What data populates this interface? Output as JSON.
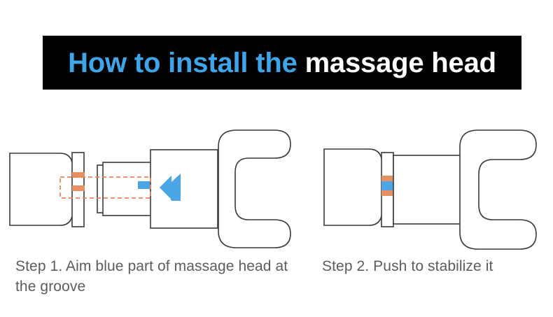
{
  "title": {
    "part_blue": "How to install the ",
    "part_white": "massage head",
    "banner_background": "#000000",
    "blue_color": "#3FA5E9",
    "white_color": "#FFFFFF"
  },
  "steps": [
    {
      "id": "step-1",
      "caption": "Step 1. Aim blue part of massage head at the groove",
      "highlight_box": "dashed-orange-rectangle",
      "arrow_icon": "left-arrow-icon",
      "arrow_direction": "left"
    },
    {
      "id": "step-2",
      "caption": "Step 2. Push to stabilize it",
      "highlight_box": "none",
      "arrow_icon": "none",
      "arrow_direction": "none"
    }
  ],
  "colors": {
    "outline": "#3A3A3A",
    "orange_stripe": "#E8905F",
    "blue_marker": "#4BA6E8",
    "dashed_outline": "#E8845A",
    "caption_text": "#5C5C5C",
    "background": "#FFFFFF"
  },
  "diagram_parts": {
    "device_body": "massage-gun-body",
    "collar": "groove-collar",
    "shaft": "massage-head-shaft",
    "fork": "c-shaped-fork-head"
  }
}
